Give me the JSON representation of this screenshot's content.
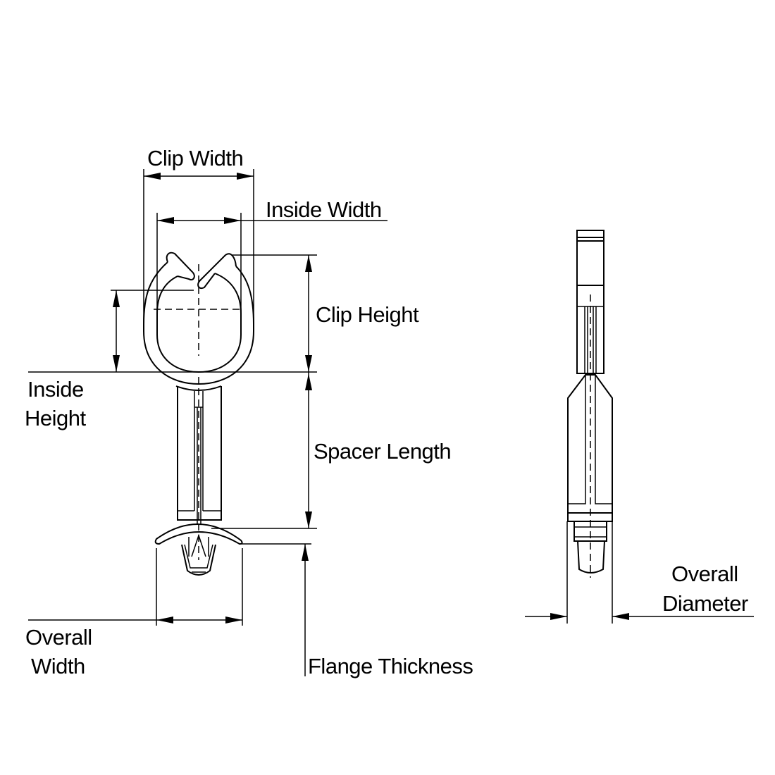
{
  "labels": {
    "clip_width": "Clip Width",
    "inside_width": "Inside Width",
    "clip_height": "Clip Height",
    "inside_height_1": "Inside",
    "inside_height_2": "Height",
    "spacer_length": "Spacer Length",
    "overall_width_1": "Overall",
    "overall_width_2": "Width",
    "flange_thickness": "Flange Thickness",
    "overall_diameter_1": "Overall",
    "overall_diameter_2": "Diameter"
  },
  "colors": {
    "line": "#000000",
    "background": "#ffffff"
  }
}
